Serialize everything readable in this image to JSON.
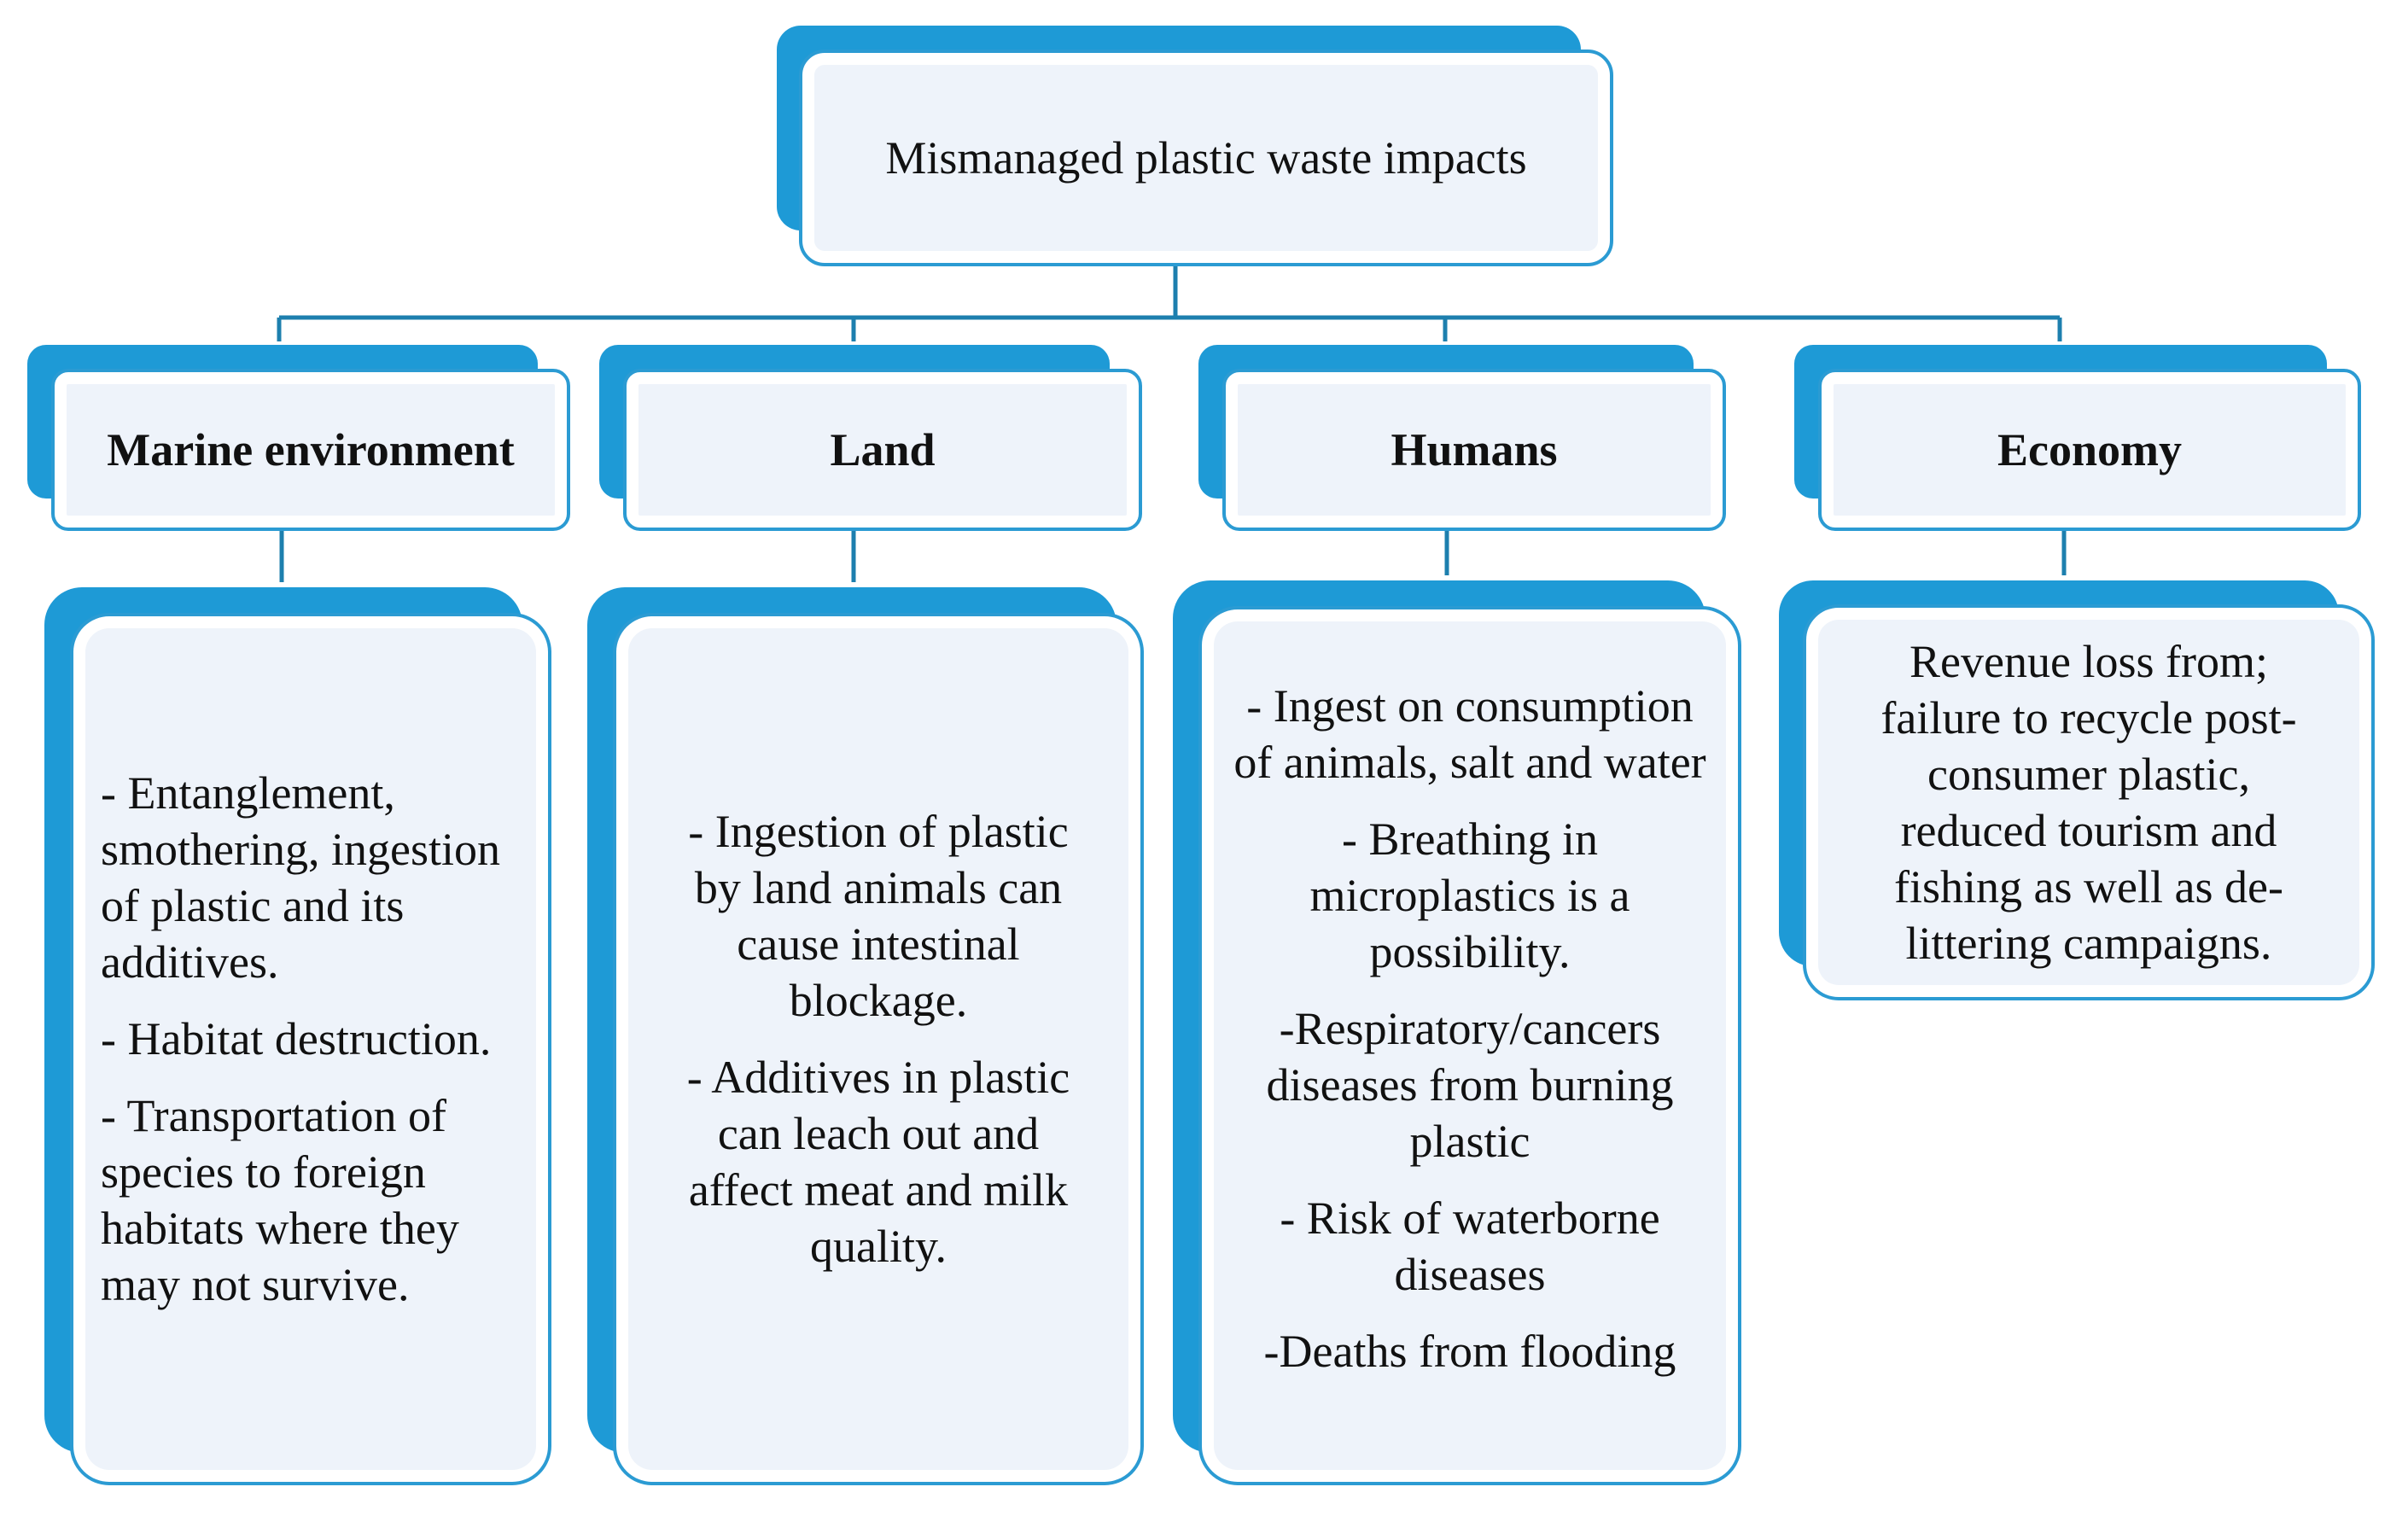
{
  "root": {
    "label": "Mismanaged plastic waste impacts"
  },
  "categories": [
    {
      "label": "Marine environment",
      "items": [
        "- Entanglement, smothering, ingestion of plastic and its additives.",
        "- Habitat destruction.",
        "- Transportation of species to foreign habitats where they may not survive."
      ]
    },
    {
      "label": "Land",
      "items": [
        "- Ingestion of plastic by land animals can cause intestinal blockage.",
        "- Additives in plastic can leach out and affect meat and milk quality."
      ]
    },
    {
      "label": "Humans",
      "items": [
        "- Ingest on consumption of animals, salt and water",
        "- Breathing in microplastics is a possibility.",
        "-Respiratory/cancers diseases from burning plastic",
        "- Risk of waterborne diseases",
        "-Deaths from flooding"
      ]
    },
    {
      "label": "Economy",
      "items": [
        "Revenue loss from; failure to recycle post-consumer plastic, reduced tourism and fishing as well as de-littering campaigns."
      ]
    }
  ],
  "colors": {
    "accent": "#1e9ad6",
    "border": "#2b9bd3",
    "card_fill": "#eef3fa",
    "connector": "#1d7fae",
    "text": "#111111"
  }
}
